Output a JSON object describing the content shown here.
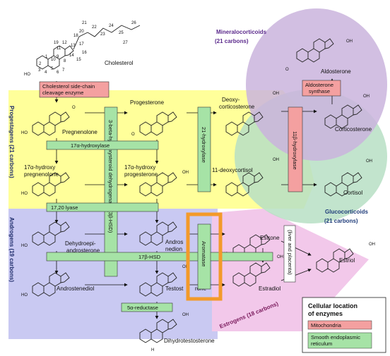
{
  "colors": {
    "progestagens_bg": "#ffff9a",
    "androgens_bg": "#c9c9f2",
    "estrogens_bg": "#f2c8ea",
    "mineralocorticoids_bg": "#cab4dd",
    "glucocorticoids_bg": "#b7dfc4",
    "mitochondria": "#f4a0a0",
    "smooth_er": "#a6e3a6",
    "aromatase_highlight": "#f39a2a"
  },
  "groups": {
    "progestagens": "Progestagens (21 carbons)",
    "androgens": "Androgens (19 carbons)",
    "mineralocorticoids": "Mineralocorticoids",
    "mineralocorticoids_sub": "(21 carbons)",
    "glucocorticoids": "Glucocorticoids",
    "glucocorticoids_sub": "(21 carbons)",
    "estrogens": "Estrogens (18 carbons)"
  },
  "compounds": {
    "cholesterol": "Cholesterol",
    "pregnenolone": "Pregnenolone",
    "progesterone": "Progesterone",
    "deoxycorticosterone_1": "Deoxy-",
    "deoxycorticosterone_2": "corticosterone",
    "corticosterone": "Corticosterone",
    "aldosterone": "Aldosterone",
    "hydroxypregnenolone_1": "17α-hydroxy",
    "hydroxypregnenolone_2": "pregnenolone",
    "hydroxyprogesterone_1": "17α-hydroxy",
    "hydroxyprogesterone_2": "progesterone",
    "deoxycortisol": "11-deoxycortisol",
    "cortisol": "Cortisol",
    "dhea_1": "Dehydroepi-",
    "dhea_2": "androsterone",
    "androstenedione_1": "Andros",
    "androstenedione_2": "nedion",
    "estrone": "Estrone",
    "estriol": "Estriol",
    "androstenediol": "Androstenediol",
    "testosterone_1": "Testost",
    "testosterone_2": "rone",
    "estradiol": "Estradiol",
    "dihydrotestosterone": "Dihydrotestosterone"
  },
  "enzymes": {
    "side_chain_1": "Cholesterol side-chain",
    "side_chain_2": "cleavage enzyme",
    "aldosterone_synthase_1": "Aldosterone",
    "aldosterone_synthase_2": "synthase",
    "hsd3b": "3-beta-hydroxysteroid dehydrogenase (3β-HSD)",
    "hydroxylase21": "21-hydroxylase",
    "hydroxylase11b": "11β-hydroxylase",
    "hydroxylase17a": "17α-hydroxylase",
    "lyase1720": "17,20 lyase",
    "hsd17b": "17β-HSD",
    "aromatase": "Aromatase",
    "reductase5a": "5α-reductase",
    "liver_placenta": "(liver and placenta)"
  },
  "legend": {
    "title_1": "Cellular location",
    "title_2": "of enzymes",
    "mitochondria": "Mitochondria",
    "smooth_er_1": "Smooth endoplasmic",
    "smooth_er_2": "reticulum"
  },
  "atom_labels": {
    "ho": "HO",
    "o": "O",
    "oh": "OH",
    "h": "H"
  },
  "carbon_numbers": [
    "1",
    "2",
    "3",
    "4",
    "5",
    "6",
    "7",
    "8",
    "9",
    "10",
    "11",
    "12",
    "13",
    "14",
    "15",
    "16",
    "17",
    "18",
    "19",
    "20",
    "21",
    "22",
    "23",
    "24",
    "25",
    "26",
    "27"
  ]
}
